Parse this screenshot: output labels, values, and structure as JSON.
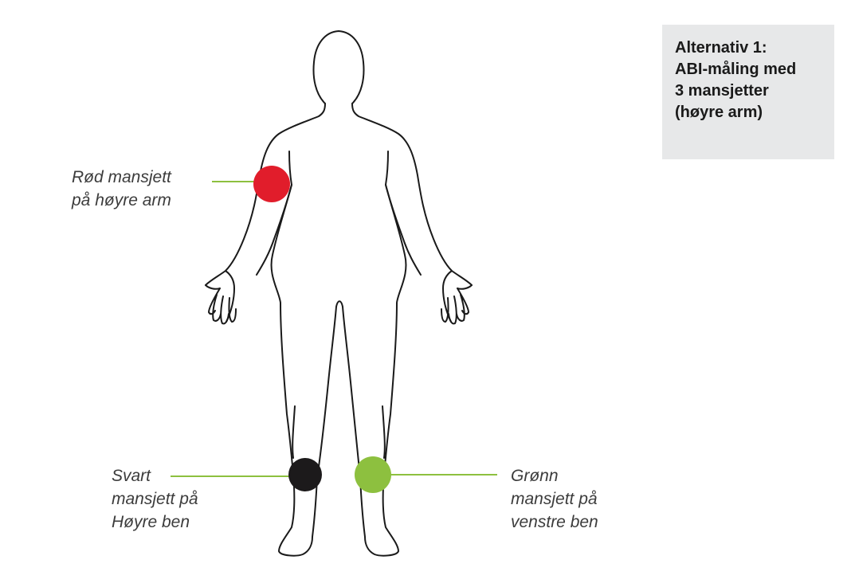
{
  "info_box": {
    "lines": [
      "Alternativ 1:",
      "ABI-måling med",
      "3 mansjetter",
      "(høyre arm)"
    ]
  },
  "labels": {
    "arm": {
      "lines": [
        "Rød mansjett",
        "på høyre arm"
      ]
    },
    "right_leg": {
      "lines": [
        "Svart",
        "mansjett på",
        "Høyre ben"
      ]
    },
    "left_leg": {
      "lines": [
        "Grønn",
        "mansjett på",
        "venstre ben"
      ]
    }
  },
  "colors": {
    "red_cuff": "#e11d2b",
    "black_cuff": "#1c1a1b",
    "green_cuff": "#8dc03f",
    "leader_line": "#8dc03f",
    "body_outline": "#1a1a1a",
    "box_background": "#e7e8e9"
  }
}
